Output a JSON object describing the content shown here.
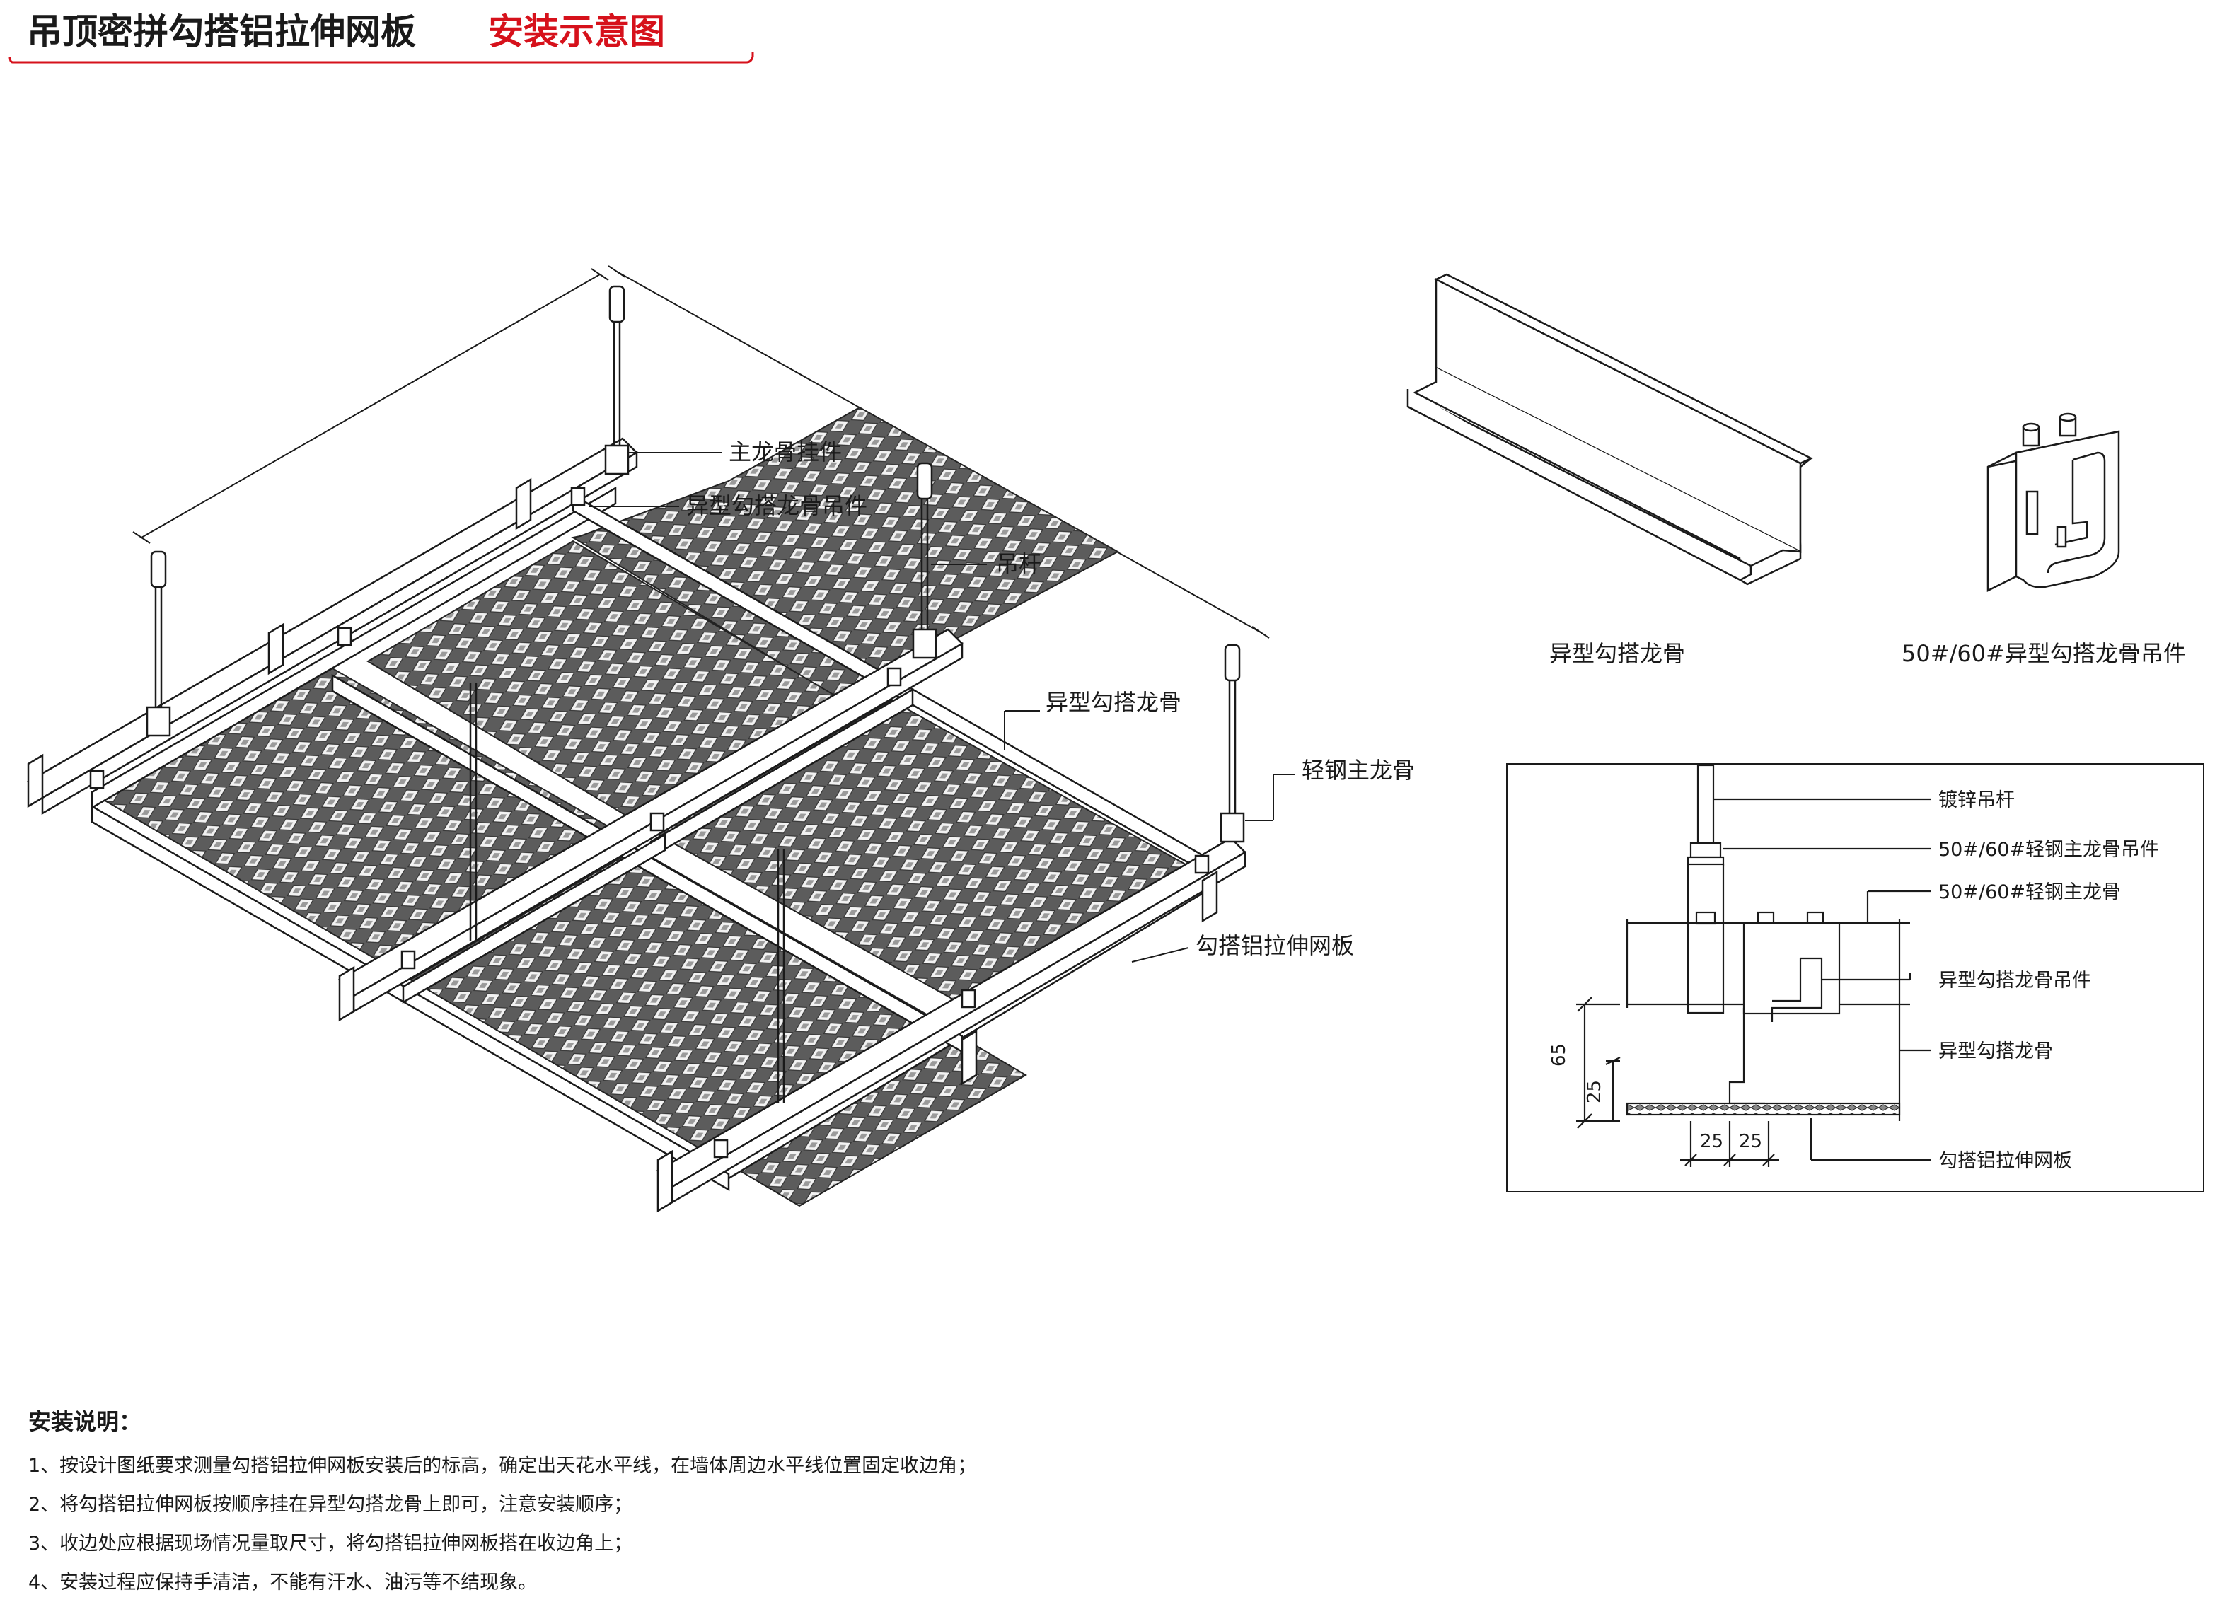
{
  "header": {
    "title": "吊顶密拼勾搭铝拉伸网板",
    "subtitle": "安装示意图",
    "accent_color": "#d6111b"
  },
  "isometric_view": {
    "callouts": [
      "主龙骨挂件",
      "异型勾搭龙骨吊件",
      "吊杆",
      "异型勾搭龙骨",
      "轻钢主龙骨",
      "勾搭铝拉伸网板"
    ]
  },
  "parts": {
    "channel_label": "异型勾搭龙骨",
    "hanger_label": "50#/60#异型勾搭龙骨吊件"
  },
  "section_detail": {
    "labels": [
      "镀锌吊杆",
      "50#/60#轻钢主龙骨吊件",
      "50#/60#轻钢主龙骨",
      "异型勾搭龙骨吊件",
      "异型勾搭龙骨",
      "勾搭铝拉伸网板"
    ],
    "dimensions": {
      "total_height": "65",
      "lower_height": "25",
      "width_left": "25",
      "width_right": "25"
    }
  },
  "notes": {
    "heading": "安装说明：",
    "items": [
      "1、按设计图纸要求测量勾搭铝拉伸网板安装后的标高，确定出天花水平线，在墙体周边水平线位置固定收边角；",
      "2、将勾搭铝拉伸网板按顺序挂在异型勾搭龙骨上即可，注意安装顺序；",
      "3、收边处应根据现场情况量取尺寸，将勾搭铝拉伸网板搭在收边角上；",
      "4、安装过程应保持手清洁，不能有汗水、油污等不结现象。"
    ]
  }
}
